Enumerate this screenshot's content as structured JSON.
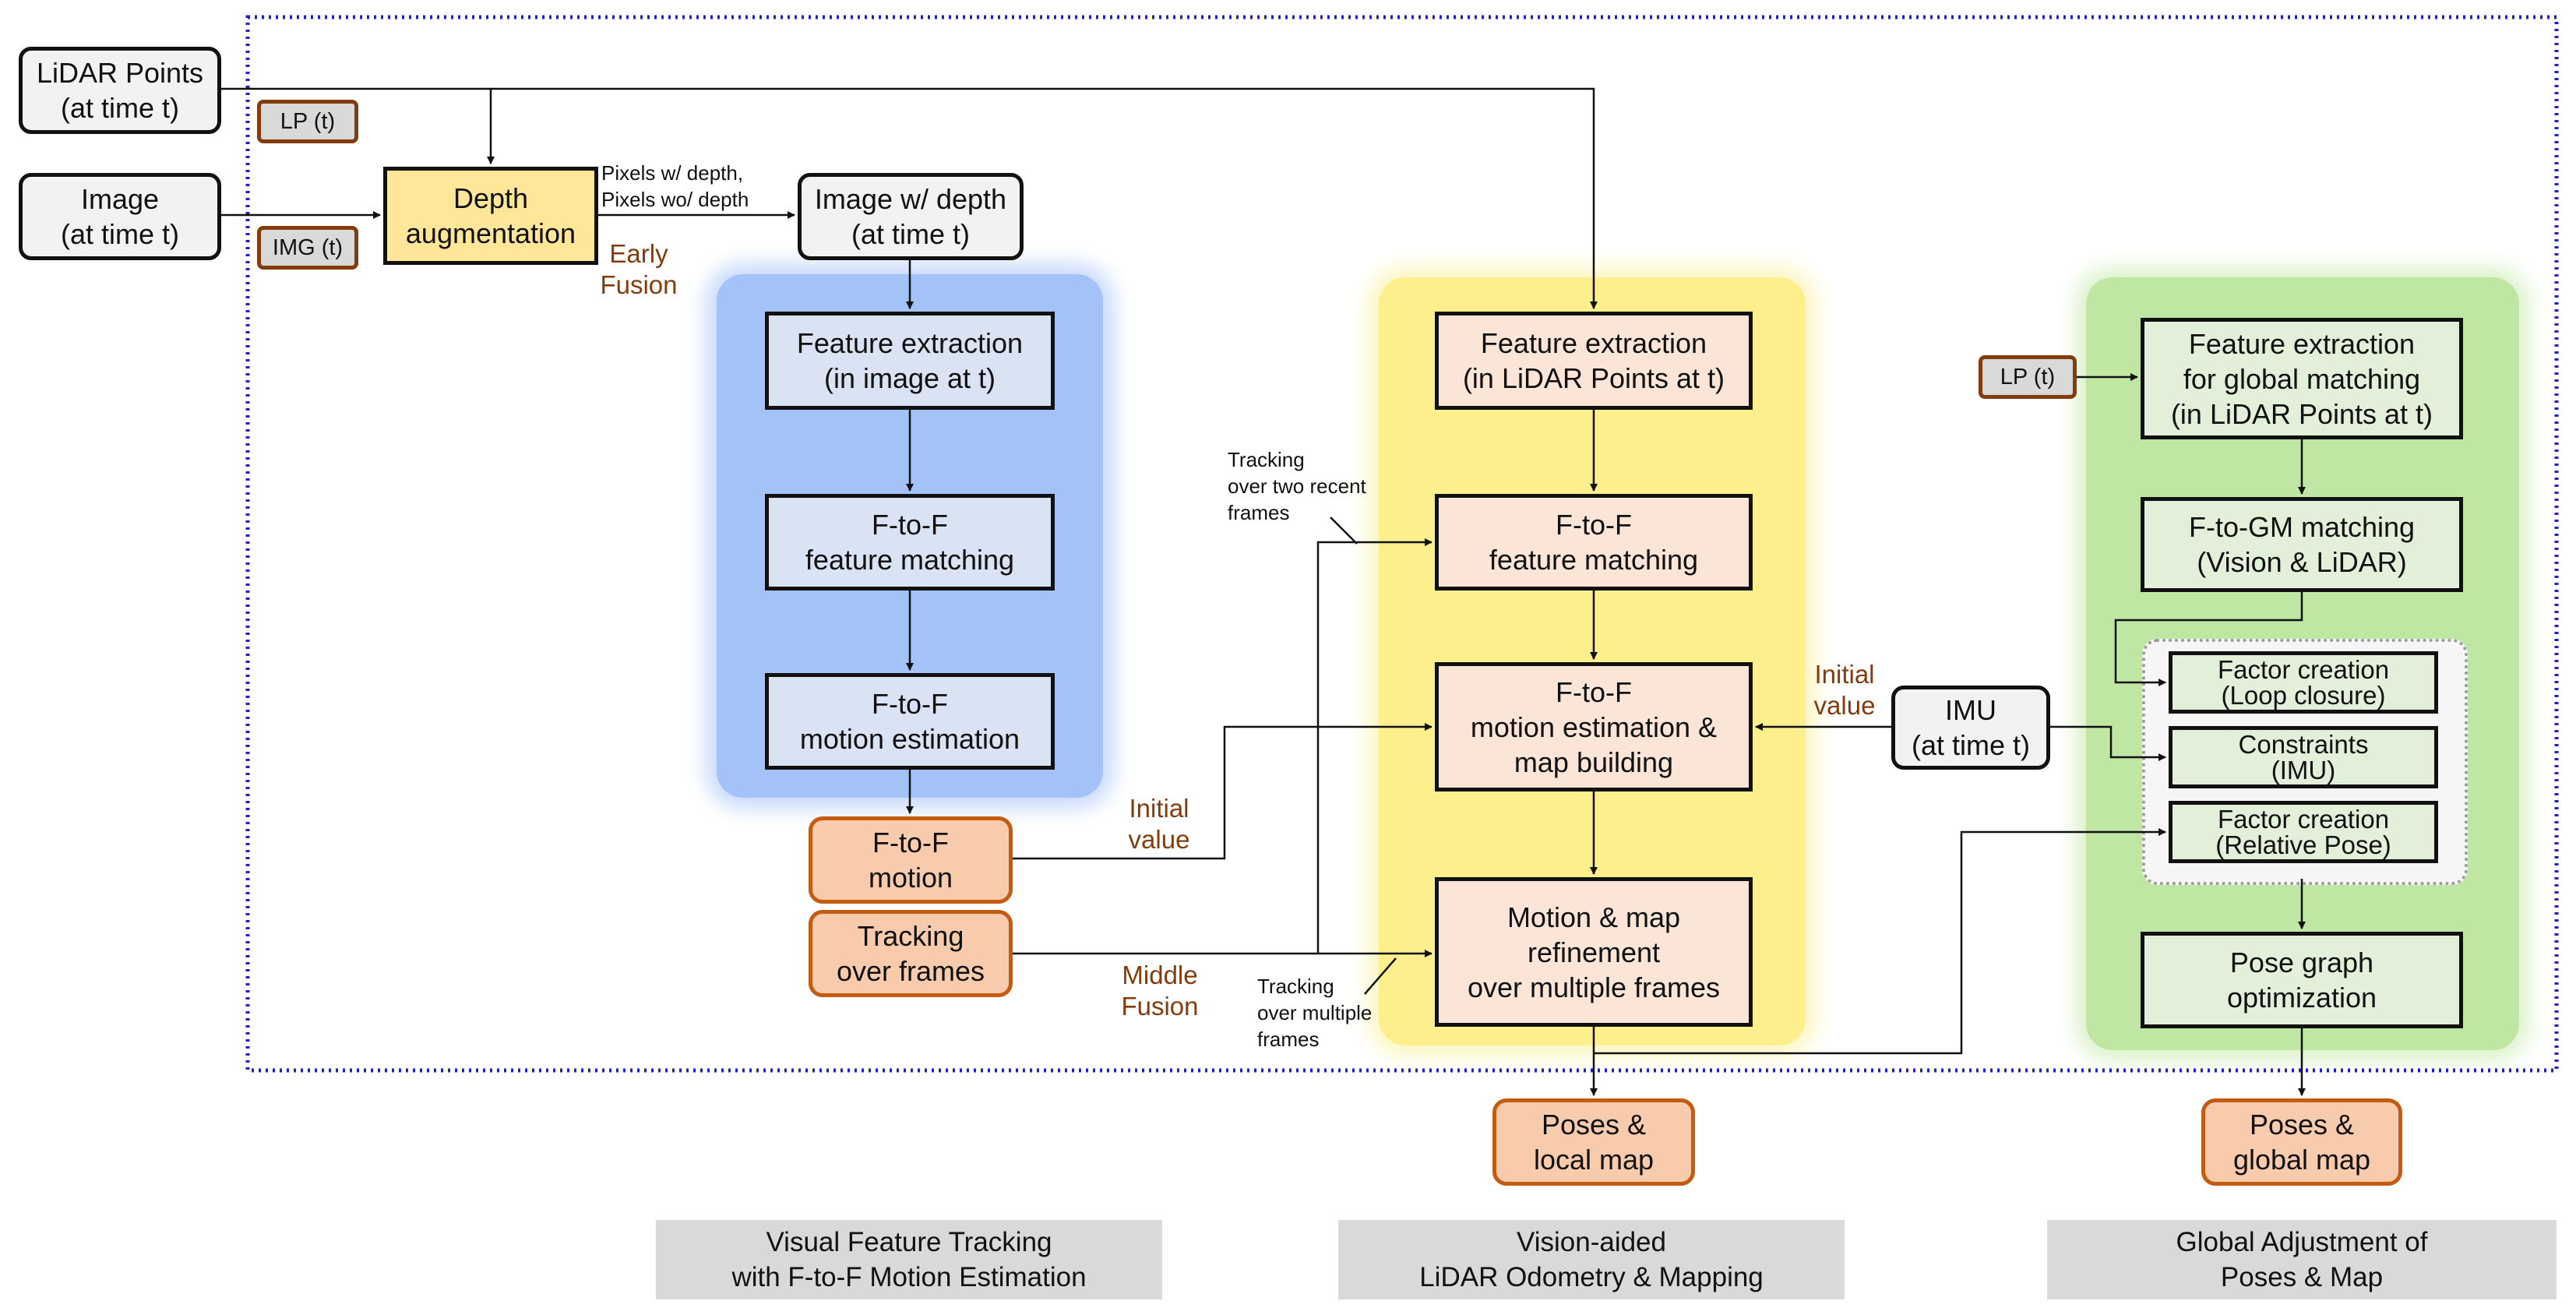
{
  "inputs": {
    "lidar": [
      "LiDAR Points",
      "(at time t)"
    ],
    "image": [
      "Image",
      "(at time t)"
    ],
    "lp_tag": "LP (t)",
    "img_tag": "IMG (t)"
  },
  "depth_augmentation": [
    "Depth",
    "augmentation"
  ],
  "depth_output_note": [
    "Pixels w/ depth,",
    "Pixels wo/ depth"
  ],
  "early_fusion": [
    "Early",
    "Fusion"
  ],
  "image_with_depth": [
    "Image w/ depth",
    "(at time t)"
  ],
  "visual": {
    "feature_extraction": [
      "Feature extraction",
      "(in image at t)"
    ],
    "feature_matching": [
      "F-to-F",
      "feature matching"
    ],
    "motion_estimation": [
      "F-to-F",
      "motion estimation"
    ],
    "motion_output": [
      "F-to-F",
      "motion"
    ],
    "tracking_output": [
      "Tracking",
      "over frames"
    ]
  },
  "lidar_pipeline": {
    "feature_extraction": [
      "Feature extraction",
      "(in LiDAR Points at t)"
    ],
    "feature_matching": [
      "F-to-F",
      "feature matching"
    ],
    "motion_map": [
      "F-to-F",
      "motion estimation &",
      "map building"
    ],
    "refinement": [
      "Motion & map",
      "refinement",
      "over multiple frames"
    ],
    "output": [
      "Poses &",
      "local map"
    ]
  },
  "annotations": {
    "initial_value_left": [
      "Initial",
      "value"
    ],
    "initial_value_right": [
      "Initial",
      "value"
    ],
    "middle_fusion": [
      "Middle",
      "Fusion"
    ],
    "tracking_two_recent": [
      "Tracking",
      "over two recent",
      "frames"
    ],
    "tracking_multiple": [
      "Tracking",
      "over multiple",
      "frames"
    ]
  },
  "imu": [
    "IMU",
    "(at time t)"
  ],
  "global": {
    "lp_tag": "LP (t)",
    "feature_extraction": [
      "Feature extraction",
      "for global matching",
      "(in LiDAR Points at t)"
    ],
    "gm_matching": [
      "F-to-GM matching",
      "(Vision & LiDAR)"
    ],
    "factor_loop": [
      "Factor creation",
      "(Loop closure)"
    ],
    "constraints_imu": [
      "Constraints",
      "(IMU)"
    ],
    "factor_relative": [
      "Factor creation",
      "(Relative Pose)"
    ],
    "pose_graph": [
      "Pose graph",
      "optimization"
    ],
    "output": [
      "Poses &",
      "global map"
    ]
  },
  "captions": {
    "visual": [
      "Visual Feature Tracking",
      "with F-to-F Motion Estimation"
    ],
    "lidar": [
      "Vision-aided",
      "LiDAR Odometry & Mapping"
    ],
    "global": [
      "Global Adjustment of",
      "Poses & Map"
    ]
  },
  "colors": {
    "frame_border": "#1f1fd0",
    "line": "#111111",
    "panel_blue": "#a3c2f7",
    "panel_yellow": "#fdf08c",
    "panel_green": "#bfe6a3",
    "output_fill": "#f8cbad",
    "output_border": "#c55a11",
    "annotation_brown": "#843c0c"
  }
}
